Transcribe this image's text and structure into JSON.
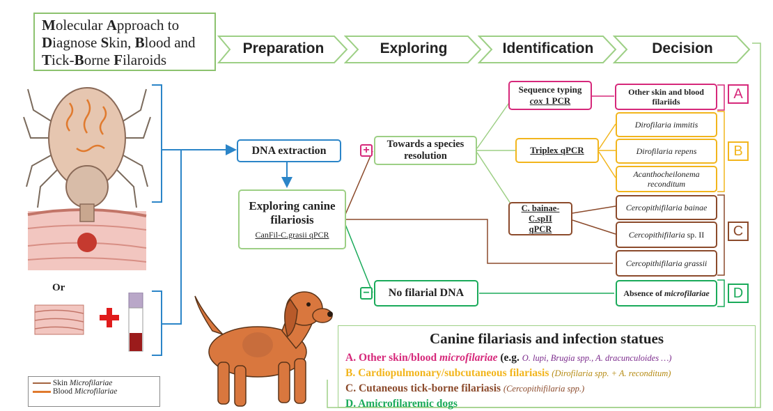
{
  "title": {
    "parts": [
      {
        "cap": "M",
        "rest": "olecular "
      },
      {
        "cap": "A",
        "rest": "pproach to"
      },
      {
        "cap": "D",
        "rest": "iagnose "
      },
      {
        "cap": "S",
        "rest": "kin, "
      },
      {
        "cap": "B",
        "rest": "lood and"
      },
      {
        "cap": "T",
        "rest": "ick-"
      },
      {
        "cap": "B",
        "rest": "orne "
      },
      {
        "cap": "F",
        "rest": "ilaroids"
      }
    ]
  },
  "steps": [
    "Preparation",
    "Exploring",
    "Identification",
    "Decision"
  ],
  "or_label": "Or",
  "legend": {
    "skin_prefix": "Skin ",
    "skin_italic": "Microfilariae",
    "blood_prefix": "Blood ",
    "blood_italic": "Microfilariae"
  },
  "nodes": {
    "dna_extraction": "DNA extraction",
    "exploring_title": "Exploring canine filariosis",
    "exploring_assay": "CanFil-C.grasii qPCR",
    "towards": "Towards a species resolution",
    "no_dna": "No filarial DNA",
    "plus": "+",
    "minus": "−",
    "seq_typing": "Sequence typing",
    "seq_cox": "cox",
    "seq_pcr": " 1 PCR",
    "triplex": "Triplex qPCR",
    "cbainae": "C. bainae-C.spII",
    "cbainae2": "qPCR",
    "other_skin": "Other skin and blood filariids",
    "d_immitis": "Dirofilaria immitis",
    "d_repens": "Dirofilaria repens",
    "acantho": "Acanthocheilonema reconditum",
    "c_bainae": "Cercopithifilaria bainae",
    "c_sp": "Cercopithifilaria",
    "c_sp_rest": " sp. II",
    "c_grassii": "Cercopithifilaria grassii",
    "absence_prefix": "Absence of ",
    "absence_italic": "microfilariae"
  },
  "letters": [
    "A",
    "B",
    "C",
    "D"
  ],
  "status": {
    "title": "Canine filariasis and infection statues",
    "lines": [
      {
        "main": "A. Other skin/blood ",
        "ital": "microfilariae",
        "det_prefix": " (e.g. ",
        "det": "O. lupi, Brugia spp., A. dracunculoides …)",
        "color": "#d6287a"
      },
      {
        "main": "B. Cardiopulmonary/subcutaneous  filariasis ",
        "ital": "",
        "det_prefix": "",
        "det": "(Dirofilaria spp. + A. reconditum)",
        "color": "#f2b51c"
      },
      {
        "main": "C. Cutaneous tick-borne filariasis ",
        "ital": "",
        "det_prefix": "",
        "det": "(Cercopithifilaria spp.)",
        "color": "#8b4a2b"
      },
      {
        "main": "D. Amicrofilaremic dogs",
        "ital": "",
        "det_prefix": "",
        "det": "",
        "color": "#1aaa5a"
      }
    ]
  },
  "colors": {
    "green": "#9dcf85",
    "pink": "#d6287a",
    "yellow": "#f2b51c",
    "brown": "#8b4a2b",
    "blue": "#2b85c8",
    "teal": "#1aaa5a"
  }
}
